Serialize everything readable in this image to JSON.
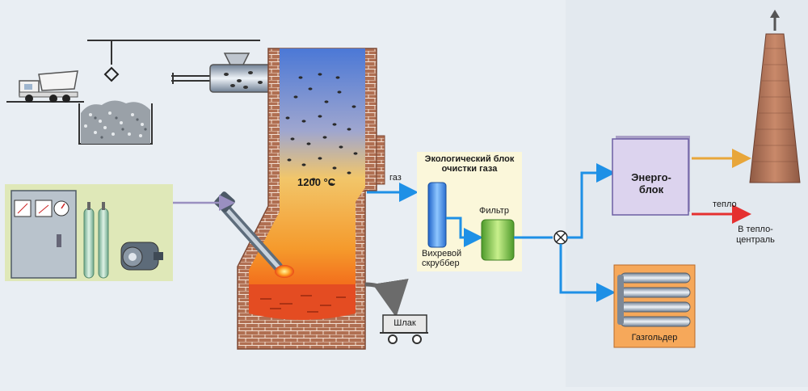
{
  "labels": {
    "temperature": "1200 °C",
    "gas": "газ",
    "eco_block_title_line1": "Экологический блок",
    "eco_block_title_line2": "очистки газа",
    "filter": "Фильтр",
    "scrubber_line1": "Вихревой",
    "scrubber_line2": "скруббер",
    "energy_block_line1": "Энерго-",
    "energy_block_line2": "блок",
    "heat": "тепло",
    "to_heat_center_line1": "В тепло-",
    "to_heat_center_line2": "централь",
    "slag": "Шлак",
    "gasholder": "Газгольдер"
  },
  "colors": {
    "background": "#e9eef3",
    "brick": "#a7654b",
    "gas_arrow": "#1e90e6",
    "heat_arrow": "#e53030",
    "exhaust_arrow": "#e8a63a",
    "feed_arrow": "#9a8fc0",
    "equipment_panel": "#dfe8b8",
    "eco_panel": "#fbf7da",
    "energy_block": "#dcd3ee",
    "gasholder_panel": "#f6a85a",
    "filter_green": "#79c34a",
    "scrubber_blue": "#3f8fe0"
  }
}
